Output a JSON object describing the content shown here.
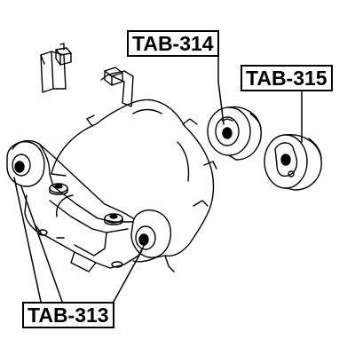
{
  "labels": {
    "tab_314": "TAB-314",
    "tab_315": "TAB-315",
    "tab_313": "TAB-313"
  },
  "colors": {
    "line": "#000000",
    "background": "#ffffff"
  }
}
